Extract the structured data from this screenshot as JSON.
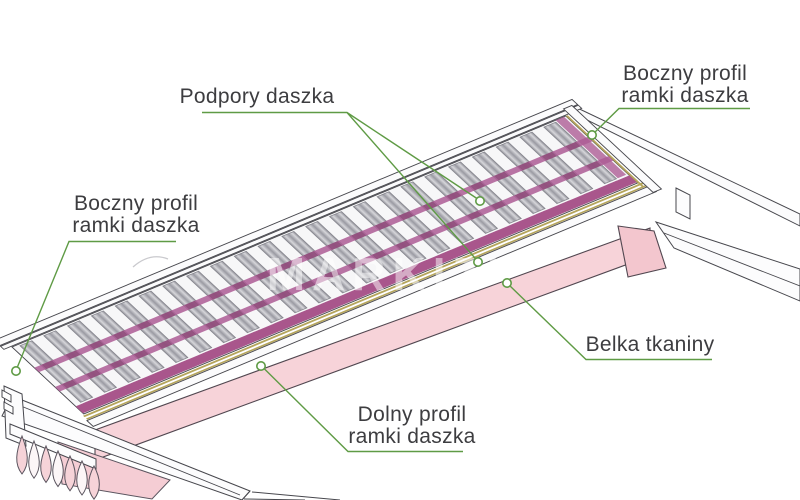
{
  "diagram": {
    "type": "technical-illustration",
    "subject": "awning roof assembly (daszek)"
  },
  "watermark": {
    "text": "MARKIZY"
  },
  "labels": {
    "podpory": {
      "text": "Podpory daszka"
    },
    "boczny_right": {
      "line1": "Boczny profil",
      "line2": "ramki daszka"
    },
    "boczny_left": {
      "line1": "Boczny profil",
      "line2": "ramki daszka"
    },
    "belka": {
      "text": "Belka tkaniny"
    },
    "dolny": {
      "line1": "Dolny profil",
      "line2": "ramki daszka"
    }
  },
  "colors": {
    "leader_green": "#5f9b45",
    "support_magenta": "#ad5c95",
    "front_band_magenta": "#a9568c",
    "fabric_pink": "#f7d3d9",
    "trim_gold": "#b5a55c",
    "outline_dark": "#47474d",
    "label_text": "#3d3d40"
  }
}
